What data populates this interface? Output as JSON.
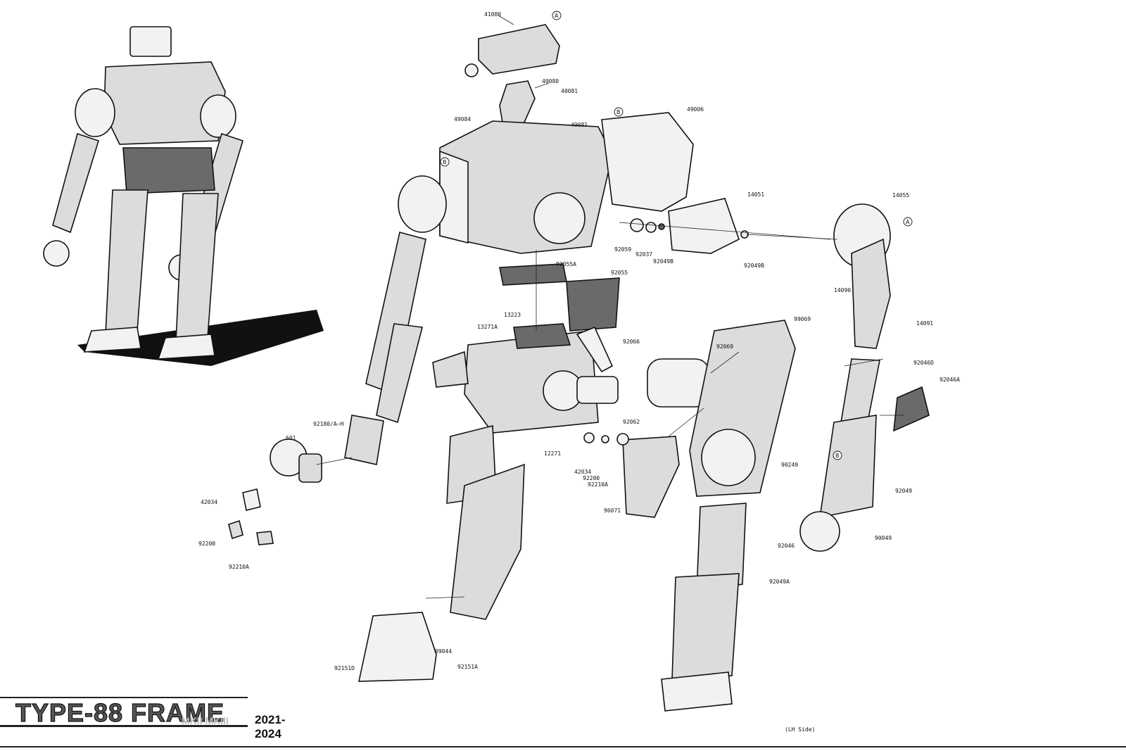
{
  "title": {
    "main": "TYPE-88 FRAME",
    "variants": "MKII MKIII",
    "years": "2021-2024"
  },
  "side_note": "(LH Side)",
  "callout_letters": [
    "A",
    "B",
    "B",
    "A",
    "B"
  ],
  "part_numbers": [
    "41080",
    "40080",
    "40081",
    "49084",
    "49081",
    "49006",
    "14051",
    "14055",
    "92059",
    "92037",
    "92049B",
    "92049B",
    "14090",
    "14091",
    "92055A",
    "92055",
    "13223",
    "13271A",
    "92066",
    "92069",
    "99069",
    "92046D",
    "92046A",
    "92180/A~H",
    "601",
    "92062",
    "12271",
    "42034",
    "92200",
    "92210A",
    "96071",
    "90249",
    "92049",
    "42034",
    "92200",
    "92210A",
    "90049",
    "92046",
    "92049A",
    "99044",
    "92151D",
    "92151A"
  ],
  "colors": {
    "ink": "#111111",
    "shade": "#6a6a6a",
    "fill": "#dcdcdc",
    "paper": "#ffffff"
  }
}
